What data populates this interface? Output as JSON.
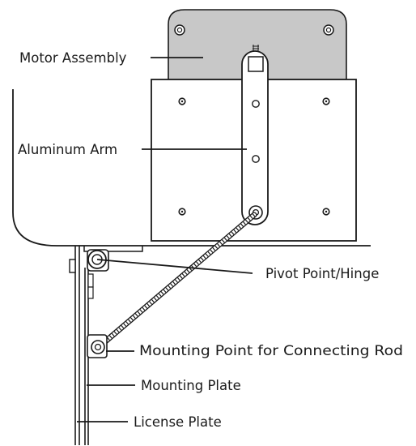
{
  "labels": {
    "motor_assembly": "Motor Assembly",
    "aluminum_arm": "Aluminum Arm",
    "pivot_point": "Pivot Point/Hinge",
    "mounting_point": "Mounting Point for Connecting Rod",
    "mounting_plate": "Mounting Plate",
    "license_plate": "License Plate"
  },
  "colors": {
    "line": "#1a1a1a",
    "motor_fill": "#c8c8c8",
    "background": "#ffffff"
  }
}
